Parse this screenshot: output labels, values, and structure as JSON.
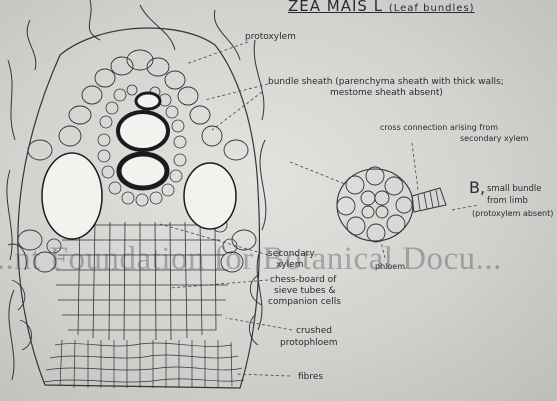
{
  "title": {
    "main": "ZEA MAIS",
    "author": "L",
    "note": "(Leaf bundles)"
  },
  "labels": {
    "protoxylem": "protoxylem",
    "bundle_sheath_1": "bundle sheath (parenchyma sheath with thick walls;",
    "bundle_sheath_2": "mestome sheath absent)",
    "cross_1": "cross connection arising from",
    "cross_2": "secondary xylem",
    "b_letter": "B,",
    "small_bundle_1": "small bundle",
    "small_bundle_2": "from limb",
    "small_bundle_3": "(protoxylem absent)",
    "secondary_1": "secondary",
    "secondary_2": "xylem",
    "chess_1": "chess-board of",
    "chess_2": "sieve tubes &",
    "chess_3": "companion cells",
    "phloem": "phloem",
    "crushed_1": "crushed",
    "crushed_2": "protophloem",
    "fibres": "fibres"
  },
  "watermark": "...nt Foundation for Botanical Docu...",
  "colors": {
    "ink": "#2a2a30",
    "paper": "#d6d6d3"
  }
}
